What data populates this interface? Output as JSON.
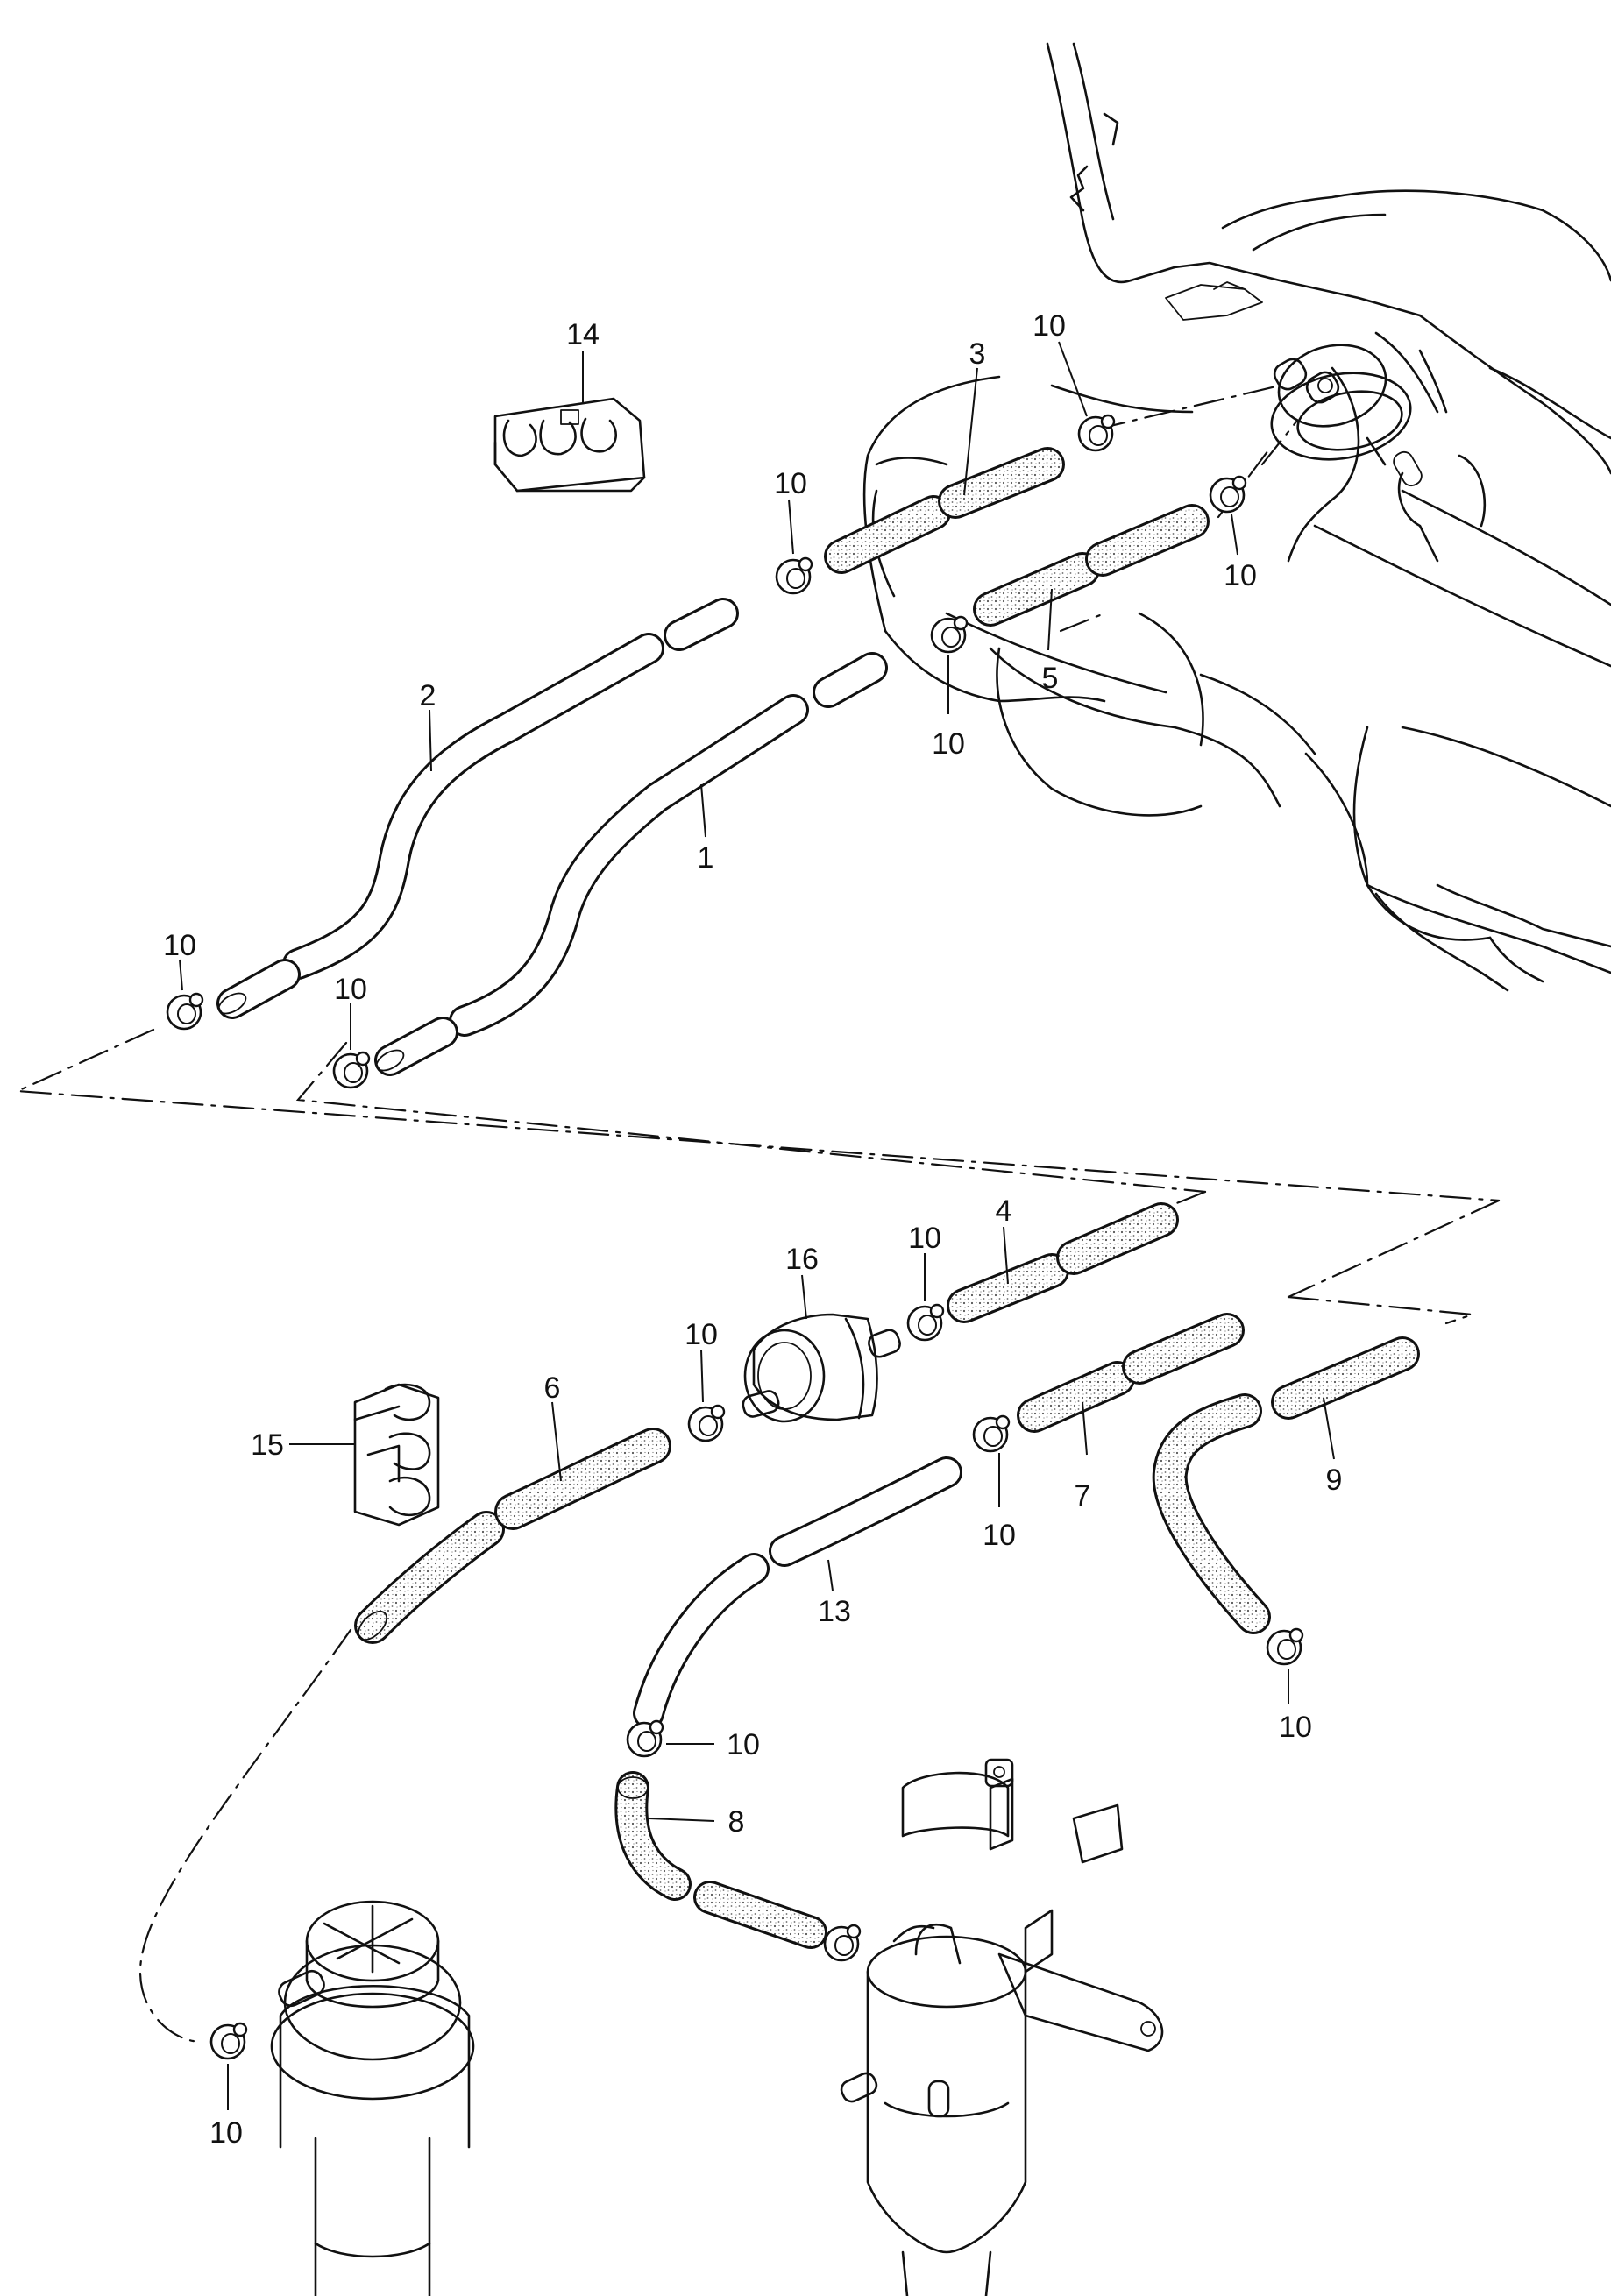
{
  "diagram": {
    "colors": {
      "ink": "#111111",
      "paper": "#ffffff",
      "texture": "#dcdcdc"
    },
    "callouts": [
      {
        "id": "c1",
        "text": "1"
      },
      {
        "id": "c2",
        "text": "2"
      },
      {
        "id": "c3",
        "text": "3"
      },
      {
        "id": "c4",
        "text": "4"
      },
      {
        "id": "c5",
        "text": "5"
      },
      {
        "id": "c6",
        "text": "6"
      },
      {
        "id": "c7",
        "text": "7"
      },
      {
        "id": "c8",
        "text": "8"
      },
      {
        "id": "c9",
        "text": "9"
      },
      {
        "id": "c10",
        "text": "10"
      },
      {
        "id": "c13",
        "text": "13"
      },
      {
        "id": "c14",
        "text": "14"
      },
      {
        "id": "c15",
        "text": "15"
      },
      {
        "id": "c16",
        "text": "16"
      }
    ]
  }
}
